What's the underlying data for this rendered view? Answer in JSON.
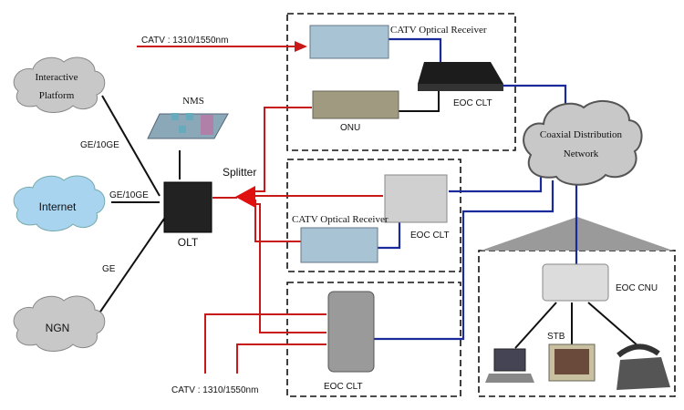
{
  "clouds": {
    "interactive": "Interactive",
    "platform": "Platform",
    "internet": "Internet",
    "ngn": "NGN",
    "coax_line1": "Coaxial Distribution",
    "coax_line2": "Network"
  },
  "links": {
    "ge10ge_1": "GE/10GE",
    "ge10ge_2": "GE/10GE",
    "ge": "GE"
  },
  "devices": {
    "nms": "NMS",
    "olt": "OLT",
    "splitter": "Splitter",
    "catv_top": "CATV : 1310/1550nm",
    "catv_bottom": "CATV : 1310/1550nm",
    "receiver_top": "CATV Optical Receiver",
    "receiver_mid": "CATV Optical Receiver",
    "onu": "ONU",
    "eoc_clt_top": "EOC CLT",
    "eoc_clt_mid": "EOC CLT",
    "eoc_clt_bottom": "EOC CLT",
    "eoc_cnu": "EOC CNU",
    "stb": "STB"
  },
  "colors": {
    "fiber": "#c81818",
    "coax": "#1a2a9a",
    "internet_cloud": "#a8d4f0",
    "cloud_gray": "#c8c8c8"
  }
}
